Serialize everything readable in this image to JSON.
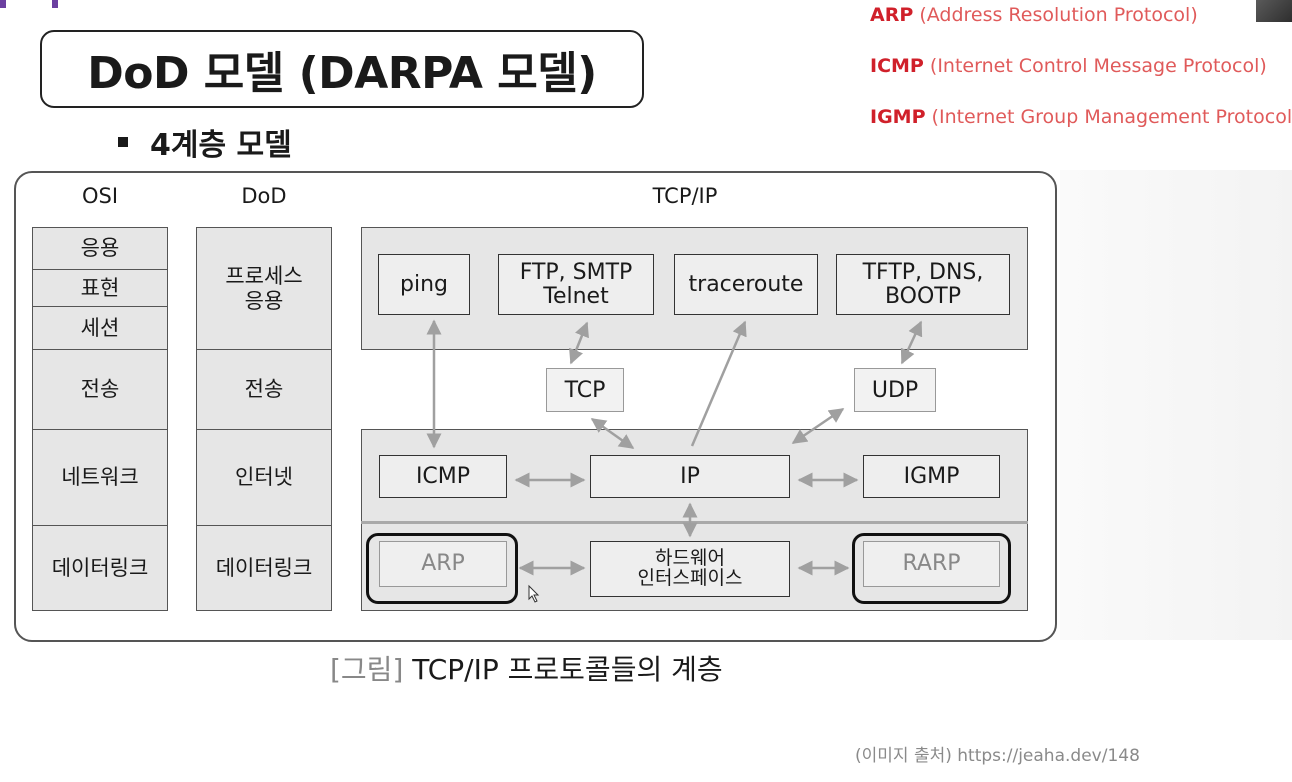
{
  "title": "DoD 모델 (DARPA 모델)",
  "subtitle": "4계층 모델",
  "protocols": [
    {
      "abbr": "ARP",
      "full": "(Address Resolution Protocol)"
    },
    {
      "abbr": "ICMP",
      "full": "(Internet Control Message Protocol)"
    },
    {
      "abbr": "IGMP",
      "full": "(Internet Group Management Protocol)"
    }
  ],
  "columns": {
    "osi": "OSI",
    "dod": "DoD",
    "tcpip": "TCP/IP"
  },
  "osi_layers": [
    "응용",
    "표현",
    "세션",
    "전송",
    "네트워크",
    "데이터링크"
  ],
  "dod_layers": [
    "프로세스\n응용",
    "전송",
    "인터넷",
    "데이터링크"
  ],
  "tcpip": {
    "apps": [
      "ping",
      "FTP, SMTP\nTelnet",
      "traceroute",
      "TFTP, DNS,\nBOOTP"
    ],
    "transport": [
      "TCP",
      "UDP"
    ],
    "internet": [
      "ICMP",
      "IP",
      "IGMP"
    ],
    "link": [
      "ARP",
      "하드웨어\n인터스페이스",
      "RARP"
    ]
  },
  "caption": {
    "bracket": "[그림]",
    "text": "TCP/IP 프로토콜들의 계층"
  },
  "source": "(이미지 출처)  https://jeaha.dev/148",
  "colors": {
    "accent": "#6b3fa0",
    "protocol_red": "#d0202a",
    "arrow": "#a0a0a0"
  }
}
